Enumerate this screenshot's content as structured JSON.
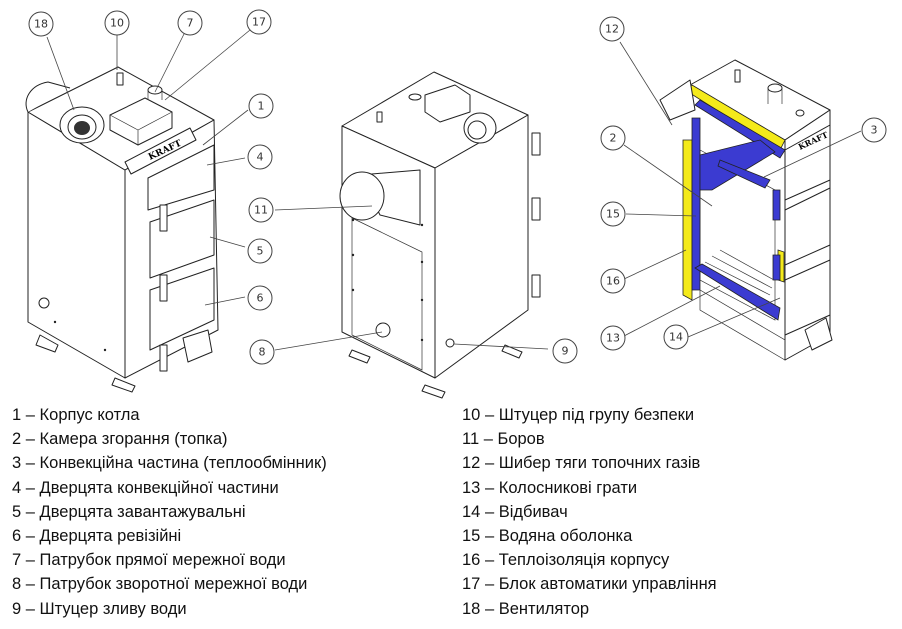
{
  "diagram": {
    "title": "KRAFT boiler components",
    "brand_label": "KRAFT",
    "colors": {
      "water_jacket": "#3b3bd1",
      "insulation": "#f4ea1a",
      "line": "#222222"
    },
    "views": [
      {
        "name": "front-isometric-view",
        "callouts": [
          "18",
          "10",
          "7",
          "17",
          "1",
          "4",
          "5",
          "6"
        ]
      },
      {
        "name": "rear-isometric-view",
        "callouts": [
          "11",
          "8",
          "9"
        ]
      },
      {
        "name": "section-view",
        "callouts": [
          "12",
          "2",
          "3",
          "15",
          "16",
          "13",
          "14"
        ]
      }
    ],
    "callout_labels": {
      "c1": "1",
      "c2": "2",
      "c3": "3",
      "c4": "4",
      "c5": "5",
      "c6": "6",
      "c7": "7",
      "c8": "8",
      "c9": "9",
      "c10": "10",
      "c11": "11",
      "c12": "12",
      "c13": "13",
      "c14": "14",
      "c15": "15",
      "c16": "16",
      "c17": "17",
      "c18": "18"
    }
  },
  "legend": {
    "left": [
      {
        "num": "1",
        "label": "Корпус котла"
      },
      {
        "num": "2",
        "label": "Камера згорання (топка)"
      },
      {
        "num": "3",
        "label": "Конвекційна частина (теплообмінник)"
      },
      {
        "num": "4",
        "label": "Дверцята конвекційної частини"
      },
      {
        "num": "5",
        "label": "Дверцята завантажувальні"
      },
      {
        "num": "6",
        "label": "Дверцята ревізійні"
      },
      {
        "num": "7",
        "label": "Патрубок прямої мережної води"
      },
      {
        "num": "8",
        "label": "Патрубок зворотної мережної води"
      },
      {
        "num": "9",
        "label": "Штуцер зливу води"
      }
    ],
    "right": [
      {
        "num": "10",
        "label": "Штуцер під групу безпеки"
      },
      {
        "num": "11",
        "label": "Боров"
      },
      {
        "num": "12",
        "label": "Шибер тяги топочних газів"
      },
      {
        "num": "13",
        "label": "Колосникові грати"
      },
      {
        "num": "14",
        "label": "Відбивач"
      },
      {
        "num": "15",
        "label": "Водяна оболонка"
      },
      {
        "num": "16",
        "label": "Теплоізоляція корпусу"
      },
      {
        "num": "17",
        "label": "Блок автоматики управління"
      },
      {
        "num": "18",
        "label": "Вентилятор"
      }
    ],
    "separator": " – "
  }
}
